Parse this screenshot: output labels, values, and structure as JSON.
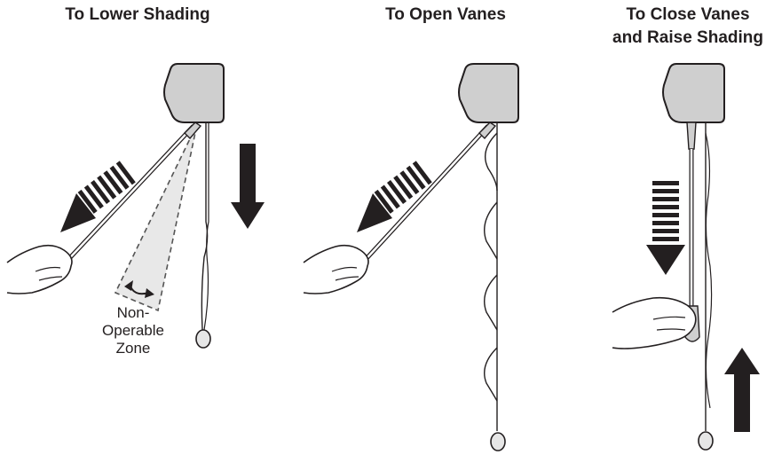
{
  "panels": [
    {
      "title_lines": [
        "To Lower Shading"
      ]
    },
    {
      "title_lines": [
        "To Open Vanes"
      ]
    },
    {
      "title_lines": [
        "To Close Vanes",
        "and Raise Shading"
      ]
    }
  ],
  "non_operable_zone": {
    "lines": [
      "Non-",
      "Operable",
      "Zone"
    ]
  },
  "colors": {
    "ink": "#231f20",
    "headrail": "#cfcfcf",
    "zone_fill": "#e6e6e6"
  }
}
